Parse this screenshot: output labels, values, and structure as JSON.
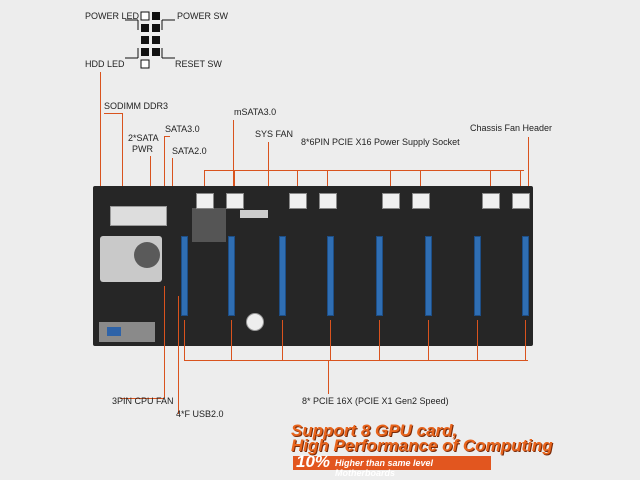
{
  "connector_legend": {
    "power_led": "POWER LED",
    "power_sw": "POWER SW",
    "hdd_led": "HDD  LED",
    "reset_sw": "RESET SW"
  },
  "labels": {
    "sodimm": "SODIMM DDR3",
    "sata_pwr_line1": "2*SATA",
    "sata_pwr_line2": "PWR",
    "sata30": "SATA3.0",
    "sata20": "SATA2.0",
    "msata": "mSATA3.0",
    "sys_fan": "SYS FAN",
    "pcie_power": "8*6PIN PCIE X16 Power Supply Socket",
    "chassis_fan": "Chassis Fan Header",
    "cpu_fan": "3PIN CPU FAN",
    "usb": "4*F USB2.0",
    "pcie_slots": "8* PCIE 16X (PCIE X1 Gen2 Speed)"
  },
  "promo": {
    "line1": "Support 8 GPU card,",
    "line2": "High Performance of Computing",
    "percent": "10%",
    "tagline": "Higher than same level Motherboards"
  },
  "colors": {
    "callout": "#d9531e",
    "pcie_slot": "#2f6eb3",
    "board": "#262626",
    "promo": "#e2561f"
  }
}
